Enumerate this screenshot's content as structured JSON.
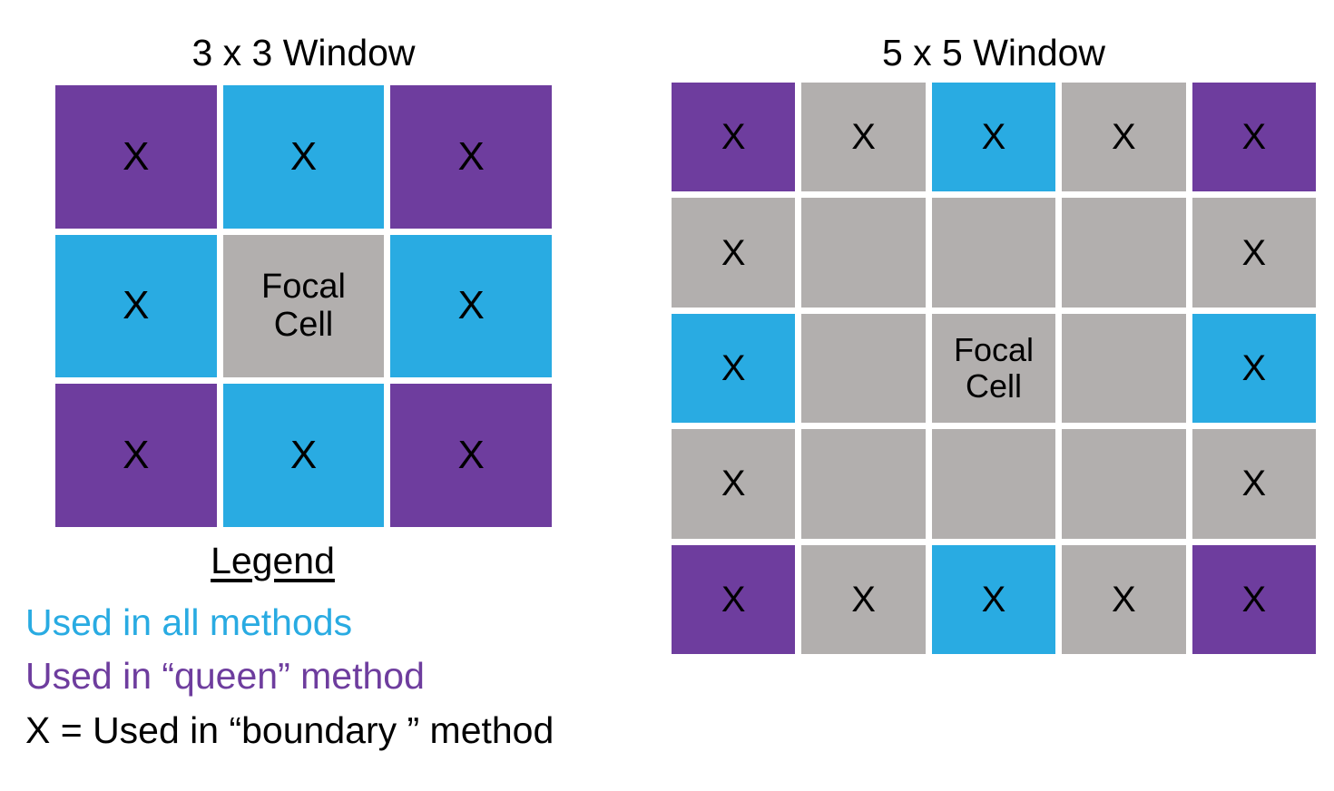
{
  "figure": {
    "panels": [
      {
        "id": "window-3x3",
        "title": "3 x 3 Window",
        "rows": 3,
        "cols": 3,
        "cells": [
          {
            "fill": "purple",
            "mark": "X",
            "label": ""
          },
          {
            "fill": "blue",
            "mark": "X",
            "label": ""
          },
          {
            "fill": "purple",
            "mark": "X",
            "label": ""
          },
          {
            "fill": "blue",
            "mark": "X",
            "label": ""
          },
          {
            "fill": "gray",
            "mark": "",
            "label": "Focal\nCell"
          },
          {
            "fill": "blue",
            "mark": "X",
            "label": ""
          },
          {
            "fill": "purple",
            "mark": "X",
            "label": ""
          },
          {
            "fill": "blue",
            "mark": "X",
            "label": ""
          },
          {
            "fill": "purple",
            "mark": "X",
            "label": ""
          }
        ]
      },
      {
        "id": "window-5x5",
        "title": "5 x 5 Window",
        "rows": 5,
        "cols": 5,
        "cells": [
          {
            "fill": "purple",
            "mark": "X",
            "label": ""
          },
          {
            "fill": "gray",
            "mark": "X",
            "label": ""
          },
          {
            "fill": "blue",
            "mark": "X",
            "label": ""
          },
          {
            "fill": "gray",
            "mark": "X",
            "label": ""
          },
          {
            "fill": "purple",
            "mark": "X",
            "label": ""
          },
          {
            "fill": "gray",
            "mark": "X",
            "label": ""
          },
          {
            "fill": "gray",
            "mark": "",
            "label": ""
          },
          {
            "fill": "gray",
            "mark": "",
            "label": ""
          },
          {
            "fill": "gray",
            "mark": "",
            "label": ""
          },
          {
            "fill": "gray",
            "mark": "X",
            "label": ""
          },
          {
            "fill": "blue",
            "mark": "X",
            "label": ""
          },
          {
            "fill": "gray",
            "mark": "",
            "label": ""
          },
          {
            "fill": "gray",
            "mark": "",
            "label": "Focal\nCell"
          },
          {
            "fill": "gray",
            "mark": "",
            "label": ""
          },
          {
            "fill": "blue",
            "mark": "X",
            "label": ""
          },
          {
            "fill": "gray",
            "mark": "X",
            "label": ""
          },
          {
            "fill": "gray",
            "mark": "",
            "label": ""
          },
          {
            "fill": "gray",
            "mark": "",
            "label": ""
          },
          {
            "fill": "gray",
            "mark": "",
            "label": ""
          },
          {
            "fill": "gray",
            "mark": "X",
            "label": ""
          },
          {
            "fill": "purple",
            "mark": "X",
            "label": ""
          },
          {
            "fill": "gray",
            "mark": "X",
            "label": ""
          },
          {
            "fill": "blue",
            "mark": "X",
            "label": ""
          },
          {
            "fill": "gray",
            "mark": "X",
            "label": ""
          },
          {
            "fill": "purple",
            "mark": "X",
            "label": ""
          }
        ]
      }
    ]
  },
  "legend": {
    "title": "Legend",
    "entries": [
      {
        "text": "Used in all methods",
        "color": "#29ABE2"
      },
      {
        "text": "Used in “queen” method",
        "color": "#6E3D9E"
      },
      {
        "text": "X = Used in “boundary ” method",
        "color": "#000000"
      }
    ]
  },
  "colors": {
    "blue": "#29ABE2",
    "purple": "#6E3D9E",
    "gray": "#B2AFAE",
    "background": "#FFFFFF",
    "mark": "#000000"
  },
  "chart_data": {
    "type": "table",
    "title": "Focal window neighbourhood definitions",
    "panels": [
      "3 x 3 Window",
      "5 x 5 Window"
    ],
    "categories": [
      "Used in all methods",
      "Used in “queen” method",
      "X = Used in “boundary ” method"
    ],
    "grid_3x3": [
      [
        "purple",
        "blue",
        "purple"
      ],
      [
        "blue",
        "focal",
        "blue"
      ],
      [
        "purple",
        "blue",
        "purple"
      ]
    ],
    "grid_3x3_marks": [
      [
        "X",
        "X",
        "X"
      ],
      [
        "X",
        "",
        "X"
      ],
      [
        "X",
        "X",
        "X"
      ]
    ],
    "grid_5x5": [
      [
        "purple",
        "gray",
        "blue",
        "gray",
        "purple"
      ],
      [
        "gray",
        "gray",
        "gray",
        "gray",
        "gray"
      ],
      [
        "blue",
        "gray",
        "focal",
        "gray",
        "blue"
      ],
      [
        "gray",
        "gray",
        "gray",
        "gray",
        "gray"
      ],
      [
        "purple",
        "gray",
        "blue",
        "gray",
        "purple"
      ]
    ],
    "grid_5x5_marks": [
      [
        "X",
        "X",
        "X",
        "X",
        "X"
      ],
      [
        "X",
        "",
        "",
        "",
        "X"
      ],
      [
        "X",
        "",
        "",
        "",
        "X"
      ],
      [
        "X",
        "",
        "",
        "",
        "X"
      ],
      [
        "X",
        "X",
        "X",
        "X",
        "X"
      ]
    ]
  }
}
